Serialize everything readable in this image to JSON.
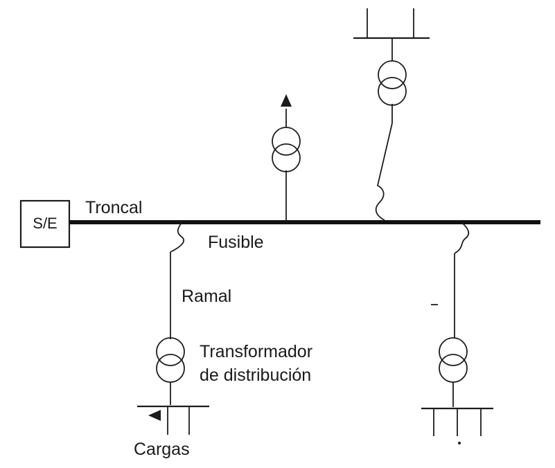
{
  "labels": {
    "substation": "S/E",
    "trunk": "Troncal",
    "fuse": "Fusible",
    "branch": "Ramal",
    "transformer_line1": "Transformador",
    "transformer_line2": "de distribución",
    "loads": "Cargas"
  },
  "colors": {
    "line": "#1c1c1c",
    "background": "#ffffff"
  }
}
